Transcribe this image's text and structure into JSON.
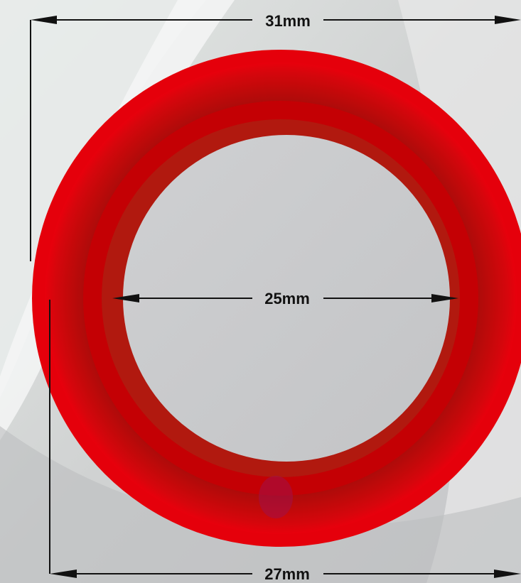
{
  "dimensions": {
    "outer": "31mm",
    "inner": "25mm",
    "bottom": "27mm"
  },
  "colors": {
    "ring_outer": "#e5000b",
    "ring_mid": "#b8100e",
    "ring_deep": "#c40004",
    "ring_inner": "#b1190f",
    "background_light": "#eef0ef",
    "background_shadow": "#bfc0c2",
    "dimension_line": "#111111"
  }
}
